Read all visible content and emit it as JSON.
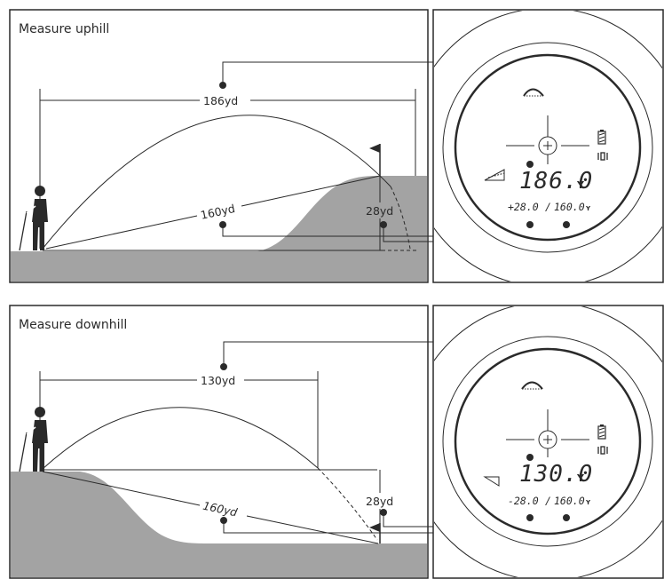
{
  "panels": [
    {
      "title": "Measure uphill",
      "horizontal_label": "186yd",
      "line_label": "160yd",
      "height_label": "28yd",
      "readout_main": "186.0",
      "readout_unit": "Y",
      "readout_angle": "+28.0",
      "readout_sep": "/",
      "readout_secondary": "160.0",
      "readout_secondary_unit": "Y"
    },
    {
      "title": "Measure downhill",
      "horizontal_label": "130yd",
      "line_label": "160yd",
      "height_label": "28yd",
      "readout_main": "130.0",
      "readout_unit": "Y",
      "readout_angle": "-28.0",
      "readout_sep": "/",
      "readout_secondary": "160.0",
      "readout_secondary_unit": "Y"
    }
  ],
  "colors": {
    "terrain": "#a3a3a3",
    "stroke": "#2a2a2a"
  },
  "icons": [
    "golfer-icon",
    "flag-icon",
    "slope-icon",
    "battery-icon",
    "scan-mode-icon",
    "crosshair-icon",
    "arc-icon"
  ]
}
